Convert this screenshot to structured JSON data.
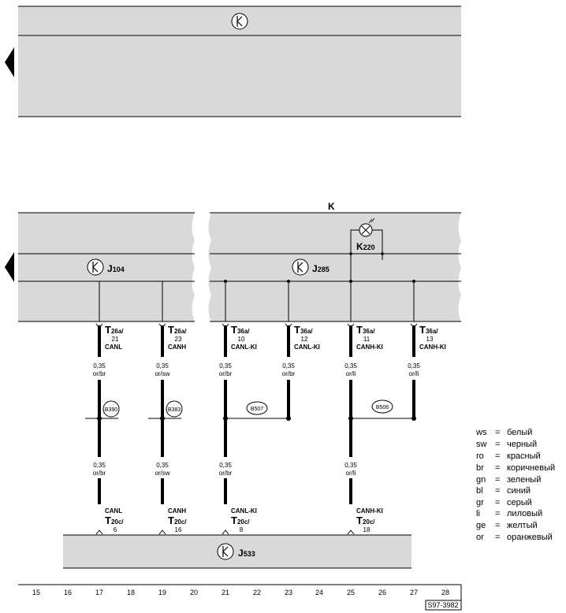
{
  "diagram": {
    "section_label": "K",
    "drawing_ref": "S97-3982",
    "components": {
      "j104": {
        "letter": "J",
        "sub": "104"
      },
      "j285": {
        "letter": "J",
        "sub": "285"
      },
      "j533": {
        "letter": "J",
        "sub": "533"
      },
      "k220": {
        "letter": "K",
        "sub": "220"
      }
    },
    "top_connectors": [
      {
        "name": "T",
        "sub": "26a/",
        "pin": "21",
        "signal": "CANL"
      },
      {
        "name": "T",
        "sub": "26a/",
        "pin": "23",
        "signal": "CANH"
      },
      {
        "name": "T",
        "sub": "36a/",
        "pin": "10",
        "signal": "CANL-KI"
      },
      {
        "name": "T",
        "sub": "36a/",
        "pin": "12",
        "signal": "CANL-KI"
      },
      {
        "name": "T",
        "sub": "36a/",
        "pin": "11",
        "signal": "CANH-KI"
      },
      {
        "name": "T",
        "sub": "36a/",
        "pin": "13",
        "signal": "CANH-KI"
      }
    ],
    "wire_upper": [
      {
        "size": "0,35",
        "color": "or/br"
      },
      {
        "size": "0,35",
        "color": "or/sw"
      },
      {
        "size": "0,35",
        "color": "or/br"
      },
      {
        "size": "0,35",
        "color": "or/br"
      },
      {
        "size": "0,35",
        "color": "or/li"
      },
      {
        "size": "0,35",
        "color": "or/li"
      }
    ],
    "nodes": [
      "B390",
      "B383",
      "B507",
      "B506"
    ],
    "wire_lower": [
      {
        "size": "0,35",
        "color": "or/br"
      },
      {
        "size": "0,35",
        "color": "or/sw"
      },
      {
        "size": "0,35",
        "color": "or/br"
      },
      {
        "size": "0,35",
        "color": "or/li"
      }
    ],
    "bottom_connectors": [
      {
        "signal": "CANL",
        "name": "T",
        "sub": "20c/",
        "pin": "6"
      },
      {
        "signal": "CANH",
        "name": "T",
        "sub": "20c/",
        "pin": "16"
      },
      {
        "signal": "CANL-KI",
        "name": "T",
        "sub": "20c/",
        "pin": "8"
      },
      {
        "signal": "CANH-KI",
        "name": "T",
        "sub": "20c/",
        "pin": "18"
      }
    ],
    "grid_numbers": [
      "15",
      "16",
      "17",
      "18",
      "19",
      "20",
      "21",
      "22",
      "23",
      "24",
      "25",
      "26",
      "27",
      "28"
    ]
  },
  "legend": [
    {
      "code": "ws",
      "eq": "=",
      "name": "белый"
    },
    {
      "code": "sw",
      "eq": "=",
      "name": "черный"
    },
    {
      "code": "ro",
      "eq": "=",
      "name": "красный"
    },
    {
      "code": "br",
      "eq": "=",
      "name": "коричневый"
    },
    {
      "code": "gn",
      "eq": "=",
      "name": "зеленый"
    },
    {
      "code": "bl",
      "eq": "=",
      "name": "синий"
    },
    {
      "code": "gr",
      "eq": "=",
      "name": "серый"
    },
    {
      "code": "li",
      "eq": "=",
      "name": "лиловый"
    },
    {
      "code": "ge",
      "eq": "=",
      "name": "желтый"
    },
    {
      "code": "or",
      "eq": "=",
      "name": "оранжевый"
    }
  ]
}
